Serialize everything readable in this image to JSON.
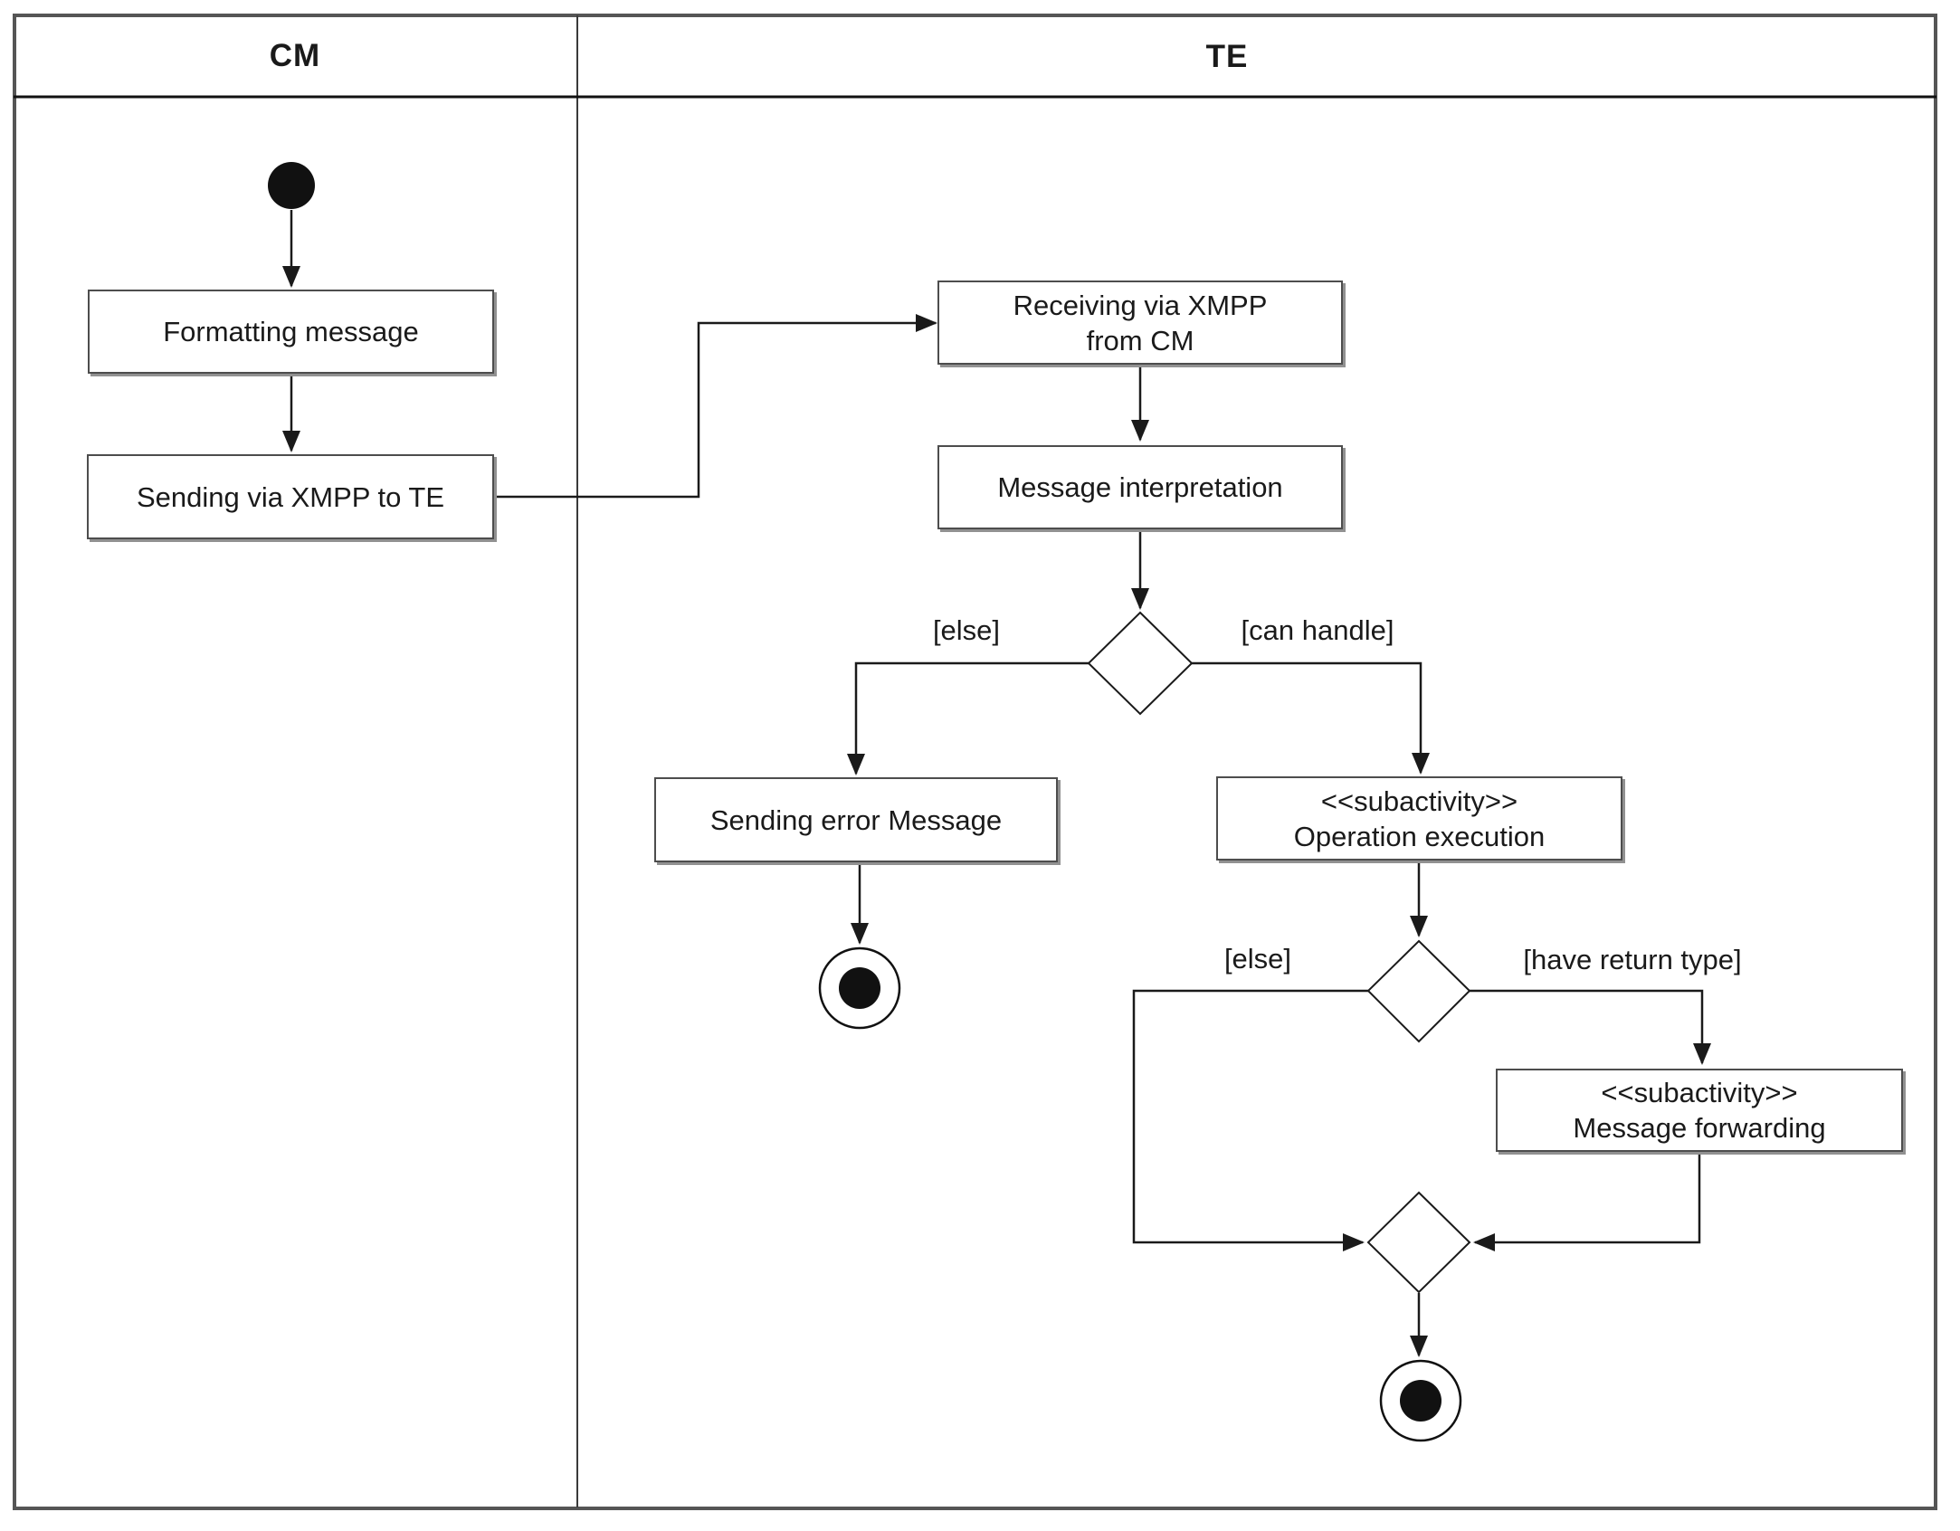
{
  "diagram": {
    "type": "uml-activity-diagram",
    "swimlanes": [
      {
        "label": "CM"
      },
      {
        "label": "TE"
      }
    ],
    "nodes": {
      "formatting": {
        "label": "Formatting message"
      },
      "sending_xmpp": {
        "label": "Sending via XMPP to TE"
      },
      "receiving": {
        "lines": [
          "Receiving via XMPP",
          "from CM"
        ]
      },
      "interpretation": {
        "label": "Message interpretation"
      },
      "sending_error": {
        "label": "Sending error Message"
      },
      "operation_execution": {
        "lines": [
          "<<subactivity>>",
          "Operation execution"
        ]
      },
      "message_forwarding": {
        "lines": [
          "<<subactivity>>",
          "Message forwarding"
        ]
      }
    },
    "guards": {
      "else1": "[else]",
      "can_handle": "[can handle]",
      "else2": "[else]",
      "have_return_type": "[have return type]"
    },
    "symbols": {
      "initial_node": "filled-circle",
      "final_node": "bullseye-circle",
      "decision_node": "diamond",
      "merge_node": "diamond"
    },
    "colors": {
      "ink": "#1a1a1a",
      "box_border": "#4d4d4d",
      "box_shadow": "#919191",
      "frame_border": "#555555",
      "background": "#ffffff"
    }
  }
}
